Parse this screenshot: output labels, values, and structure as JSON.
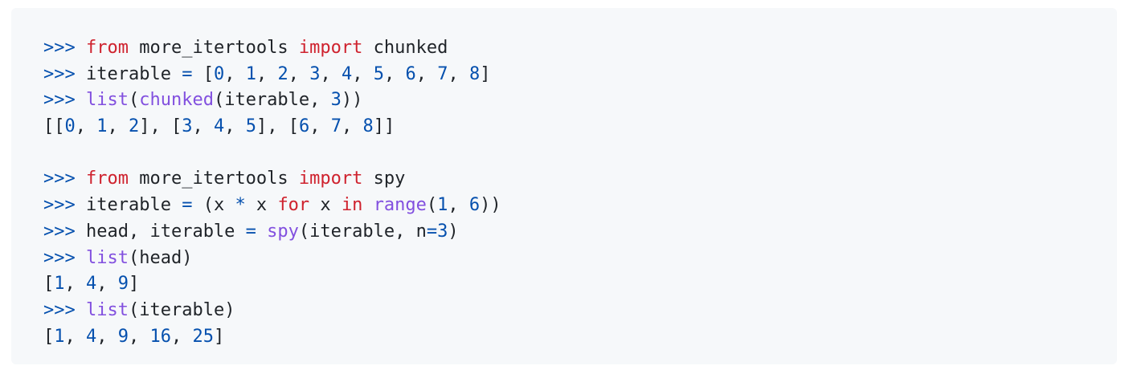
{
  "code_block": {
    "background": "#f6f8fa",
    "colors": {
      "prompt": "#0550ae",
      "keyword": "#cf222e",
      "number": "#0550ae",
      "operator": "#0550ae",
      "builtin": "#8250df",
      "text": "#1f2328"
    },
    "lines": [
      [
        [
          "prompt",
          ">>>"
        ],
        [
          "text",
          " "
        ],
        [
          "kw",
          "from"
        ],
        [
          "text",
          " more_itertools "
        ],
        [
          "kw",
          "import"
        ],
        [
          "text",
          " chunked"
        ]
      ],
      [
        [
          "prompt",
          ">>>"
        ],
        [
          "text",
          " iterable "
        ],
        [
          "op",
          "="
        ],
        [
          "text",
          " ["
        ],
        [
          "num",
          "0"
        ],
        [
          "text",
          ", "
        ],
        [
          "num",
          "1"
        ],
        [
          "text",
          ", "
        ],
        [
          "num",
          "2"
        ],
        [
          "text",
          ", "
        ],
        [
          "num",
          "3"
        ],
        [
          "text",
          ", "
        ],
        [
          "num",
          "4"
        ],
        [
          "text",
          ", "
        ],
        [
          "num",
          "5"
        ],
        [
          "text",
          ", "
        ],
        [
          "num",
          "6"
        ],
        [
          "text",
          ", "
        ],
        [
          "num",
          "7"
        ],
        [
          "text",
          ", "
        ],
        [
          "num",
          "8"
        ],
        [
          "text",
          "]"
        ]
      ],
      [
        [
          "prompt",
          ">>>"
        ],
        [
          "text",
          " "
        ],
        [
          "builtin",
          "list"
        ],
        [
          "text",
          "("
        ],
        [
          "builtin",
          "chunked"
        ],
        [
          "text",
          "(iterable, "
        ],
        [
          "num",
          "3"
        ],
        [
          "text",
          "))"
        ]
      ],
      [
        [
          "text",
          "[["
        ],
        [
          "num",
          "0"
        ],
        [
          "text",
          ", "
        ],
        [
          "num",
          "1"
        ],
        [
          "text",
          ", "
        ],
        [
          "num",
          "2"
        ],
        [
          "text",
          "], ["
        ],
        [
          "num",
          "3"
        ],
        [
          "text",
          ", "
        ],
        [
          "num",
          "4"
        ],
        [
          "text",
          ", "
        ],
        [
          "num",
          "5"
        ],
        [
          "text",
          "], ["
        ],
        [
          "num",
          "6"
        ],
        [
          "text",
          ", "
        ],
        [
          "num",
          "7"
        ],
        [
          "text",
          ", "
        ],
        [
          "num",
          "8"
        ],
        [
          "text",
          "]]"
        ]
      ],
      [],
      [
        [
          "prompt",
          ">>>"
        ],
        [
          "text",
          " "
        ],
        [
          "kw",
          "from"
        ],
        [
          "text",
          " more_itertools "
        ],
        [
          "kw",
          "import"
        ],
        [
          "text",
          " spy"
        ]
      ],
      [
        [
          "prompt",
          ">>>"
        ],
        [
          "text",
          " iterable "
        ],
        [
          "op",
          "="
        ],
        [
          "text",
          " (x "
        ],
        [
          "op",
          "*"
        ],
        [
          "text",
          " x "
        ],
        [
          "kw",
          "for"
        ],
        [
          "text",
          " x "
        ],
        [
          "kw",
          "in"
        ],
        [
          "text",
          " "
        ],
        [
          "builtin",
          "range"
        ],
        [
          "text",
          "("
        ],
        [
          "num",
          "1"
        ],
        [
          "text",
          ", "
        ],
        [
          "num",
          "6"
        ],
        [
          "text",
          "))"
        ]
      ],
      [
        [
          "prompt",
          ">>>"
        ],
        [
          "text",
          " head, iterable "
        ],
        [
          "op",
          "="
        ],
        [
          "text",
          " "
        ],
        [
          "builtin",
          "spy"
        ],
        [
          "text",
          "(iterable, n"
        ],
        [
          "op",
          "="
        ],
        [
          "num",
          "3"
        ],
        [
          "text",
          ")"
        ]
      ],
      [
        [
          "prompt",
          ">>>"
        ],
        [
          "text",
          " "
        ],
        [
          "builtin",
          "list"
        ],
        [
          "text",
          "(head)"
        ]
      ],
      [
        [
          "text",
          "["
        ],
        [
          "num",
          "1"
        ],
        [
          "text",
          ", "
        ],
        [
          "num",
          "4"
        ],
        [
          "text",
          ", "
        ],
        [
          "num",
          "9"
        ],
        [
          "text",
          "]"
        ]
      ],
      [
        [
          "prompt",
          ">>>"
        ],
        [
          "text",
          " "
        ],
        [
          "builtin",
          "list"
        ],
        [
          "text",
          "(iterable)"
        ]
      ],
      [
        [
          "text",
          "["
        ],
        [
          "num",
          "1"
        ],
        [
          "text",
          ", "
        ],
        [
          "num",
          "4"
        ],
        [
          "text",
          ", "
        ],
        [
          "num",
          "9"
        ],
        [
          "text",
          ", "
        ],
        [
          "num",
          "16"
        ],
        [
          "text",
          ", "
        ],
        [
          "num",
          "25"
        ],
        [
          "text",
          "]"
        ]
      ]
    ]
  }
}
